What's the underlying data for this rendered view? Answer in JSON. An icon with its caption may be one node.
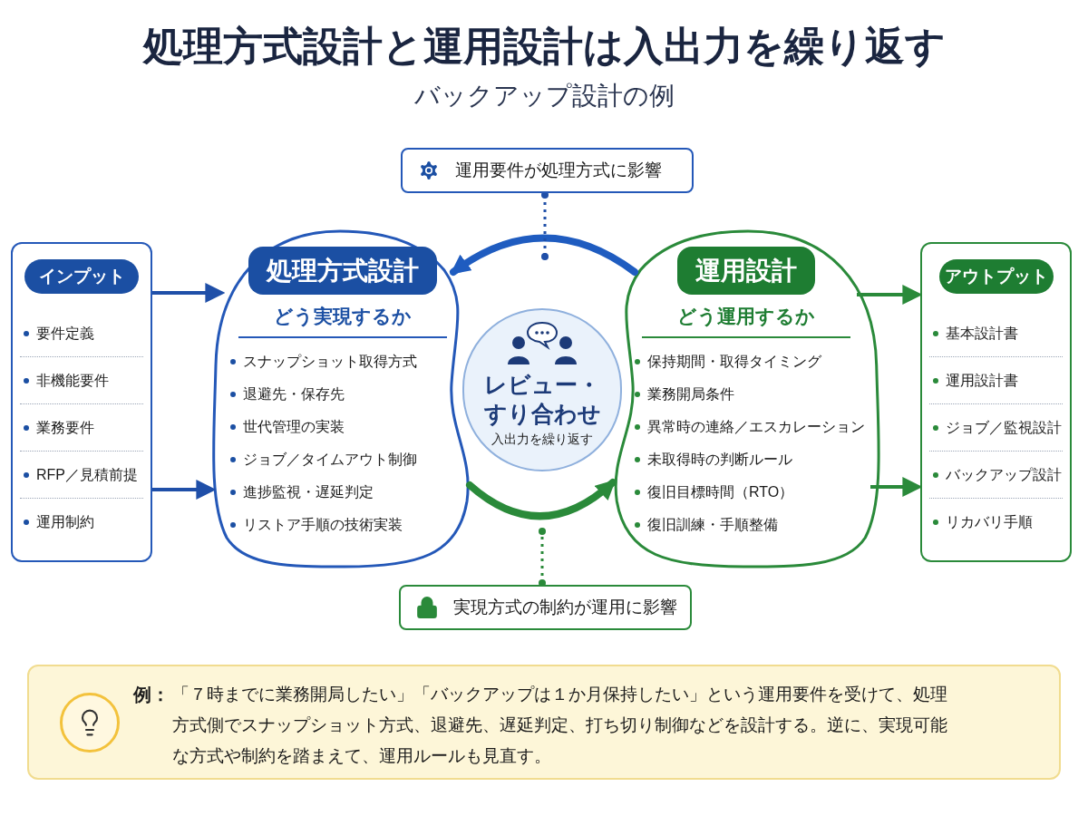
{
  "diagram": {
    "title": "処理方式設計と運用設計は入出力を繰り返す",
    "nodes": [
      {
        "text": [
          "インプット",
          "要件定義",
          "非機能要件",
          "業務要件",
          "RFP／見積前提",
          "運用制約"
        ]
      },
      {
        "text": [
          "処理方式設計",
          "どう実現するか",
          "スナップショット取得方式",
          "退避先・保存先",
          "世代管理の実装",
          "ジョブ／タイムアウト制御",
          "進捗監視・遅延判定",
          "リストア手順の技術実装"
        ]
      },
      {
        "text": [
          "レビュー・すり合わせ",
          "入出力を繰り返す"
        ]
      },
      {
        "text": [
          "運用設計",
          "どう運用するか",
          "保持期間・取得タイミング",
          "業務開局条件",
          "異常時の連絡／エスカレーション",
          "未取得時の判断ルール",
          "復旧目標時間（RTO）",
          "復旧訓練・手順整備"
        ]
      },
      {
        "text": [
          "アウトプット",
          "基本設計書",
          "運用設計書",
          "ジョブ／監視設計",
          "バックアップ設計",
          "リカバリ手順"
        ]
      },
      {
        "text": [
          "運用要件が処理方式に影響"
        ]
      },
      {
        "text": [
          "実現方式の制約が運用に影響"
        ]
      },
      {
        "text": [
          "例：",
          "「７時までに業務開局したい」「バックアップは１か月保持したい」という運用要件を受けて、処理方式側でスナップショット方式、退避先、遅延判定、打ち切り制御などを設計する。逆に、実現可能な方式や制約を踏まえて、運用ルールも見直す。"
        ]
      }
    ],
    "edges": [
      {
        "from": 0,
        "to": 1,
        "arrow": "to",
        "color": "#1f4fa8"
      },
      {
        "from": 0,
        "to": 1,
        "arrow": "to",
        "color": "#1f4fa8"
      },
      {
        "from": 3,
        "to": 1,
        "arrow": "to",
        "style": "thick",
        "color": "#1f5cc0"
      },
      {
        "from": 1,
        "to": 3,
        "arrow": "to",
        "style": "thick",
        "color": "#2a8a3a"
      },
      {
        "from": 3,
        "to": 4,
        "arrow": "to",
        "color": "#2a8a3a"
      },
      {
        "from": 3,
        "to": 4,
        "arrow": "to",
        "color": "#2a8a3a"
      },
      {
        "from": 5,
        "to": null,
        "arrow": "other",
        "style": "dashed",
        "color": "#1f4fa8"
      },
      {
        "from": 6,
        "to": null,
        "arrow": "other",
        "style": "dashed",
        "color": "#2a8a3a"
      }
    ],
    "labels": [
      "バックアップ設計の例"
    ]
  }
}
